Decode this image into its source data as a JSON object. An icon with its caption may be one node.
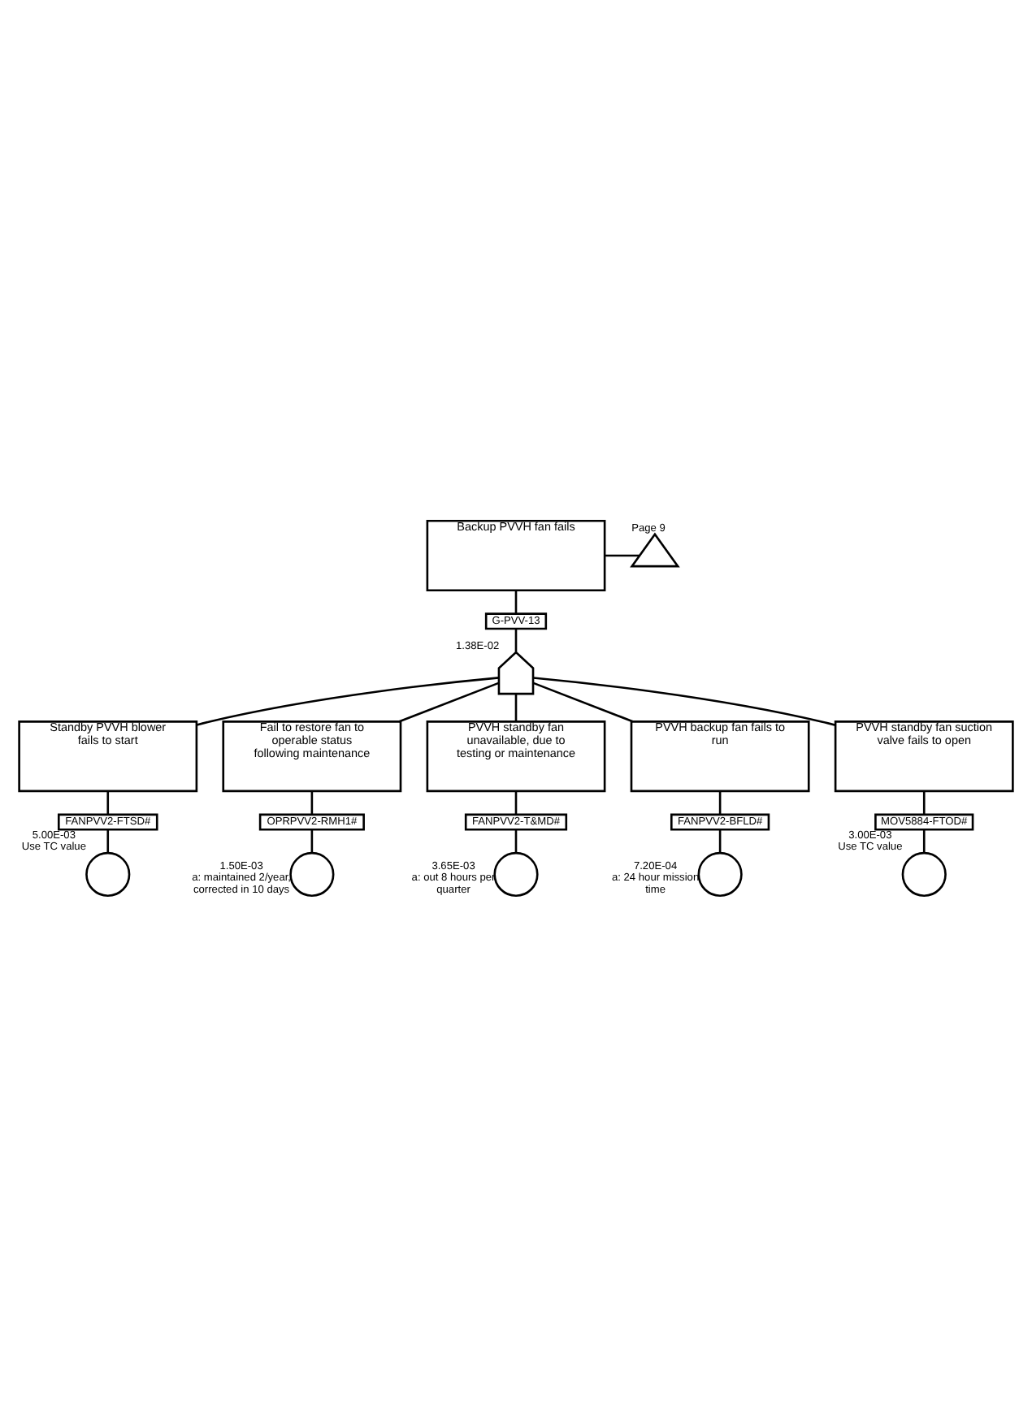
{
  "diagram": {
    "nodes": [
      {
        "text": [
          "Backup PVVH fan fails"
        ]
      },
      {
        "text": [
          "G-PVV-13"
        ]
      },
      {
        "text": [],
        "shape": "gate",
        "beside": [
          "1.38E-02"
        ]
      },
      {
        "text": [],
        "shape": "triangle",
        "beside": [
          "Page 9"
        ]
      },
      {
        "text": [
          "Standby PVVH blower fails to start"
        ]
      },
      {
        "text": [
          "FANPVV2-FTSD#"
        ]
      },
      {
        "text": [],
        "shape": "circle",
        "beside": [
          "5.00E-03",
          "Use TC value"
        ]
      },
      {
        "text": [
          "Fail to restore fan to operable status following maintenance"
        ]
      },
      {
        "text": [
          "OPRPVV2-RMH1#"
        ]
      },
      {
        "text": [],
        "shape": "circle",
        "beside": [
          "1.50E-03",
          "a: maintained 2/year, corrected in 10 days"
        ]
      },
      {
        "text": [
          "PVVH standby fan unavailable, due to testing or maintenance"
        ]
      },
      {
        "text": [
          "FANPVV2-T&MD#"
        ]
      },
      {
        "text": [],
        "shape": "circle",
        "beside": [
          "3.65E-03",
          "a: out 8 hours per quarter"
        ]
      },
      {
        "text": [
          "PVVH backup fan fails to run"
        ]
      },
      {
        "text": [
          "FANPVV2-BFLD#"
        ]
      },
      {
        "text": [],
        "shape": "circle",
        "beside": [
          "7.20E-04",
          "a: 24 hour mission time"
        ]
      },
      {
        "text": [
          "PVVH standby fan suction valve fails to open"
        ]
      },
      {
        "text": [
          "MOV5884-FTOD#"
        ]
      },
      {
        "text": [],
        "shape": "circle",
        "beside": [
          "3.00E-03",
          "Use TC value"
        ]
      }
    ],
    "edges": [
      {
        "from": 3,
        "to": 0,
        "arrow": "none"
      },
      {
        "from": 0,
        "to": 1,
        "arrow": "none"
      },
      {
        "from": 1,
        "to": 2,
        "arrow": "none"
      },
      {
        "from": 2,
        "to": 4,
        "arrow": "none"
      },
      {
        "from": 2,
        "to": 7,
        "arrow": "none"
      },
      {
        "from": 2,
        "to": 10,
        "arrow": "none"
      },
      {
        "from": 2,
        "to": 13,
        "arrow": "none"
      },
      {
        "from": 2,
        "to": 16,
        "arrow": "none"
      },
      {
        "from": 4,
        "to": 5,
        "arrow": "none"
      },
      {
        "from": 5,
        "to": 6,
        "arrow": "none"
      },
      {
        "from": 7,
        "to": 8,
        "arrow": "none"
      },
      {
        "from": 8,
        "to": 9,
        "arrow": "none"
      },
      {
        "from": 10,
        "to": 11,
        "arrow": "none"
      },
      {
        "from": 11,
        "to": 12,
        "arrow": "none"
      },
      {
        "from": 13,
        "to": 14,
        "arrow": "none"
      },
      {
        "from": 14,
        "to": 15,
        "arrow": "none"
      },
      {
        "from": 16,
        "to": 17,
        "arrow": "none"
      },
      {
        "from": 17,
        "to": 18,
        "arrow": "none"
      }
    ]
  }
}
